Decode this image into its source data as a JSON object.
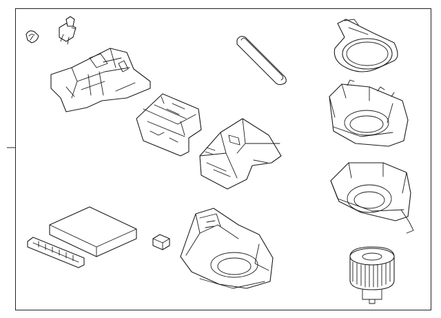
{
  "diagram": {
    "background": "#ffffff",
    "line_color": "#1a1a1a",
    "parts": [
      {
        "name": "clip"
      },
      {
        "name": "connector"
      },
      {
        "name": "air-duct"
      },
      {
        "name": "mode-door-housing"
      },
      {
        "name": "seal-gasket"
      },
      {
        "name": "blower-cover"
      },
      {
        "name": "upper-blower-case"
      },
      {
        "name": "heater-core-housing"
      },
      {
        "name": "lower-blower-case"
      },
      {
        "name": "cabin-filter-cover"
      },
      {
        "name": "cabin-air-filter"
      },
      {
        "name": "resistor"
      },
      {
        "name": "blower-housing-assembly"
      },
      {
        "name": "blower-motor"
      }
    ]
  }
}
